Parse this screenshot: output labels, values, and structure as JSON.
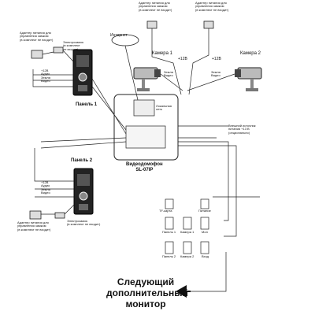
{
  "labels": {
    "adapter_top_left": "Адаптер питания для\nуправления замком\n(в комплект не входит)",
    "adapter_top_mid": "Адаптер питания для\nуправления замком\n(в комплект не входит)",
    "adapter_top_right": "Адаптер питания для\nуправления замком\n(в комплект не входит)",
    "adapter_bottom_left": "Адаптер питания для\nуправления замком\n(в комплект не входит)",
    "lock_top": "Электрозамок\n(в комплект\nне входит)",
    "lock_bottom": "Электрозамок\n(в комплект не входит)",
    "internet": "Интернет",
    "camera1": "Камера 1",
    "camera2": "Камера 2",
    "v12_cam1": "+12В",
    "v12_cam2": "+12В",
    "panel1": "Панель 1",
    "panel2": "Панель 2",
    "device": "Видеодомофон\nSL-07IP",
    "lan": "Локальная\nсеть",
    "ext_power": "Внешний источник\nпитания +13 В\n(опционально)",
    "wires_p1": "+12В\nАудио\nЗемля\nВидео",
    "wires_p2": "+12В\nАудио\nЗемля\nВидео",
    "cam1_wires": "Земля\nВидео",
    "cam2_wires": "Земля\nВидео",
    "next_monitor": "Следующий\nдополнительный\nмонитор",
    "conn_lan": "TF-карта",
    "conn_power": "Питание",
    "conn_panel1": "Панель 1",
    "conn_cam1": "Камера 1",
    "conn_mon": "Мон",
    "conn_panel2": "Панель 2",
    "conn_cam2": "Камера 2",
    "conn_ext": "Вход"
  }
}
